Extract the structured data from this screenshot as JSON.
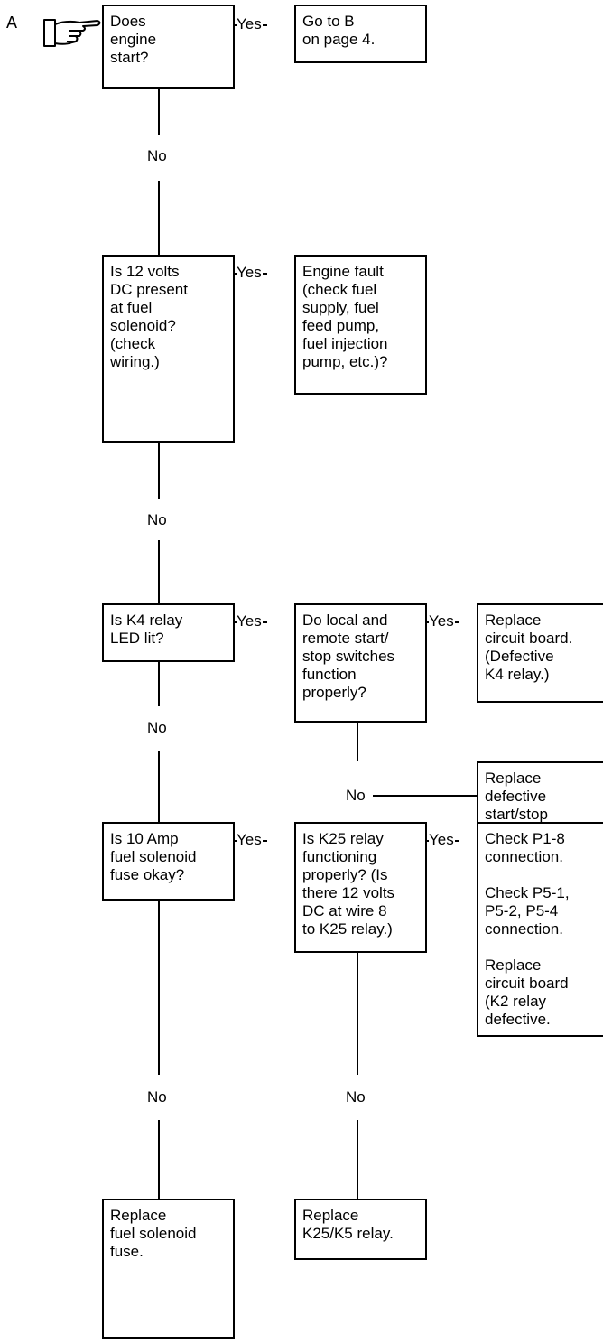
{
  "section_label": "A",
  "icons": {
    "pointer": "pointing-hand-icon"
  },
  "boxes": {
    "q1": "Does\nengine\nstart?",
    "r1": "Go to B\non page 4.",
    "q2": "Is 12 volts\nDC present\nat fuel\nsolenoid?\n(check\nwiring.)",
    "r2": "Engine fault\n(check fuel\nsupply, fuel\nfeed pump,\nfuel injection\npump, etc.)?",
    "q3": "Is K4 relay\nLED lit?",
    "q3b": "Do local and\nremote start/\nstop switches\nfunction\nproperly?",
    "r3a": "Replace\ncircuit board.\n(Defective\nK4 relay.)",
    "r3b": "Replace\ndefective\nstart/stop\nswitch.",
    "q4": "Is 10 Amp\nfuel solenoid\nfuse okay?",
    "q4b": "Is K25 relay\nfunctioning\nproperly? (Is\nthere 12 volts\nDC at wire 8\nto K25 relay.)",
    "r4a": "Check P1-8\nconnection.\n\nCheck P5-1,\nP5-2, P5-4\nconnection.\n\nReplace\ncircuit board\n(K2 relay\ndefective.",
    "r5a": "Replace\nfuel solenoid\nfuse.",
    "r5b": "Replace\nK25/K5 relay."
  },
  "labels": {
    "yes": "Yes",
    "no": "No"
  }
}
